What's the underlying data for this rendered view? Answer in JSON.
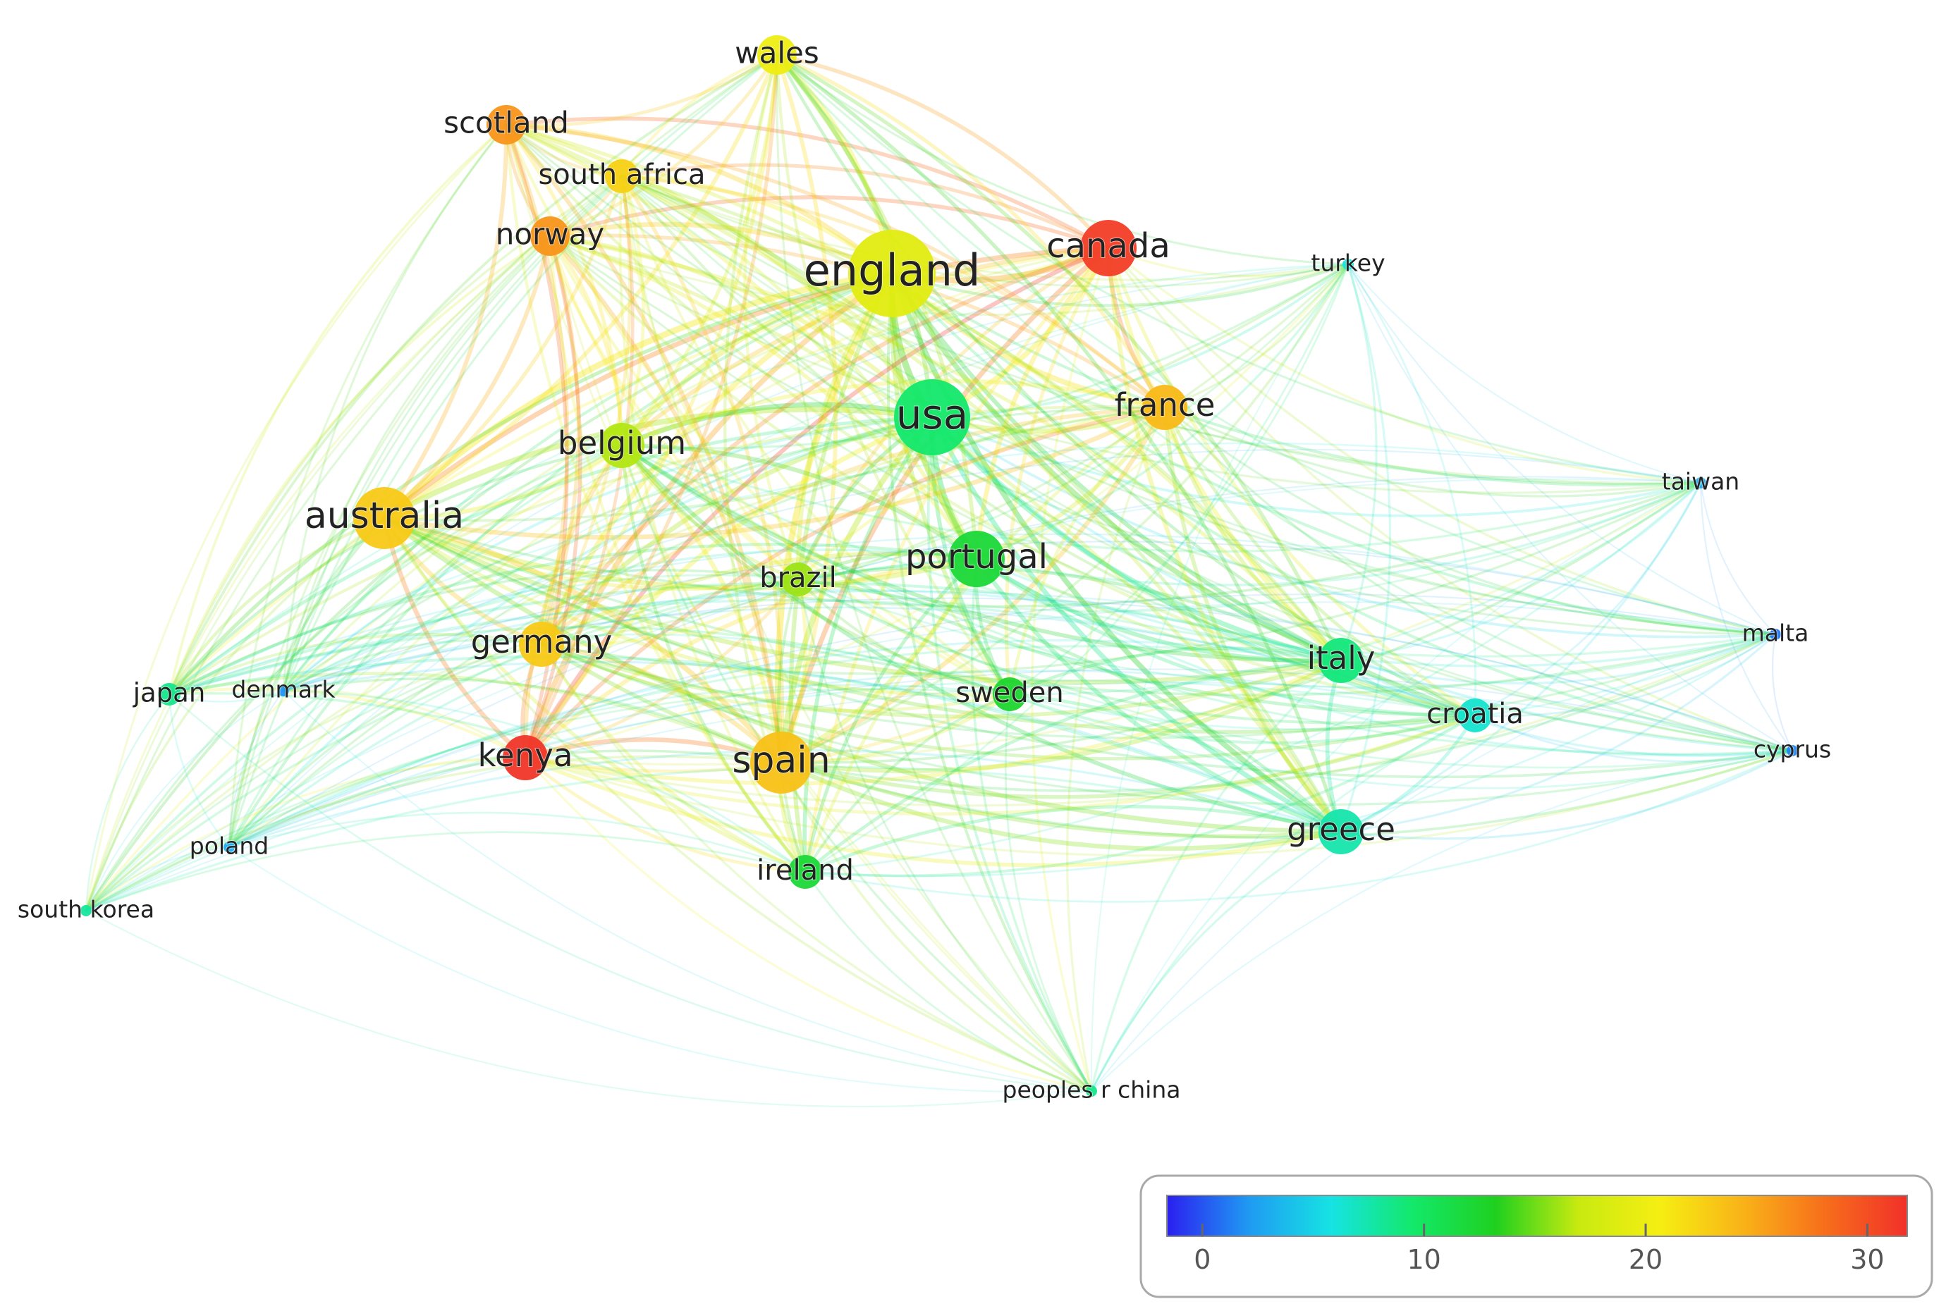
{
  "colors": {
    "scale_stops": [
      "#2b1ff0",
      "#1f9bf2",
      "#16e3e3",
      "#13e86a",
      "#1fd01f",
      "#c8ea10",
      "#f6ee12",
      "#f9b318",
      "#f76e1b",
      "#f1302a"
    ],
    "label_color": "#222222",
    "legend_border": "#a9a9a9"
  },
  "legend": {
    "min": -1.6,
    "max": 31.8,
    "ticks": [
      {
        "value": 0,
        "label": "0"
      },
      {
        "value": 10,
        "label": "10"
      },
      {
        "value": 20,
        "label": "20"
      },
      {
        "value": 30,
        "label": "30"
      }
    ]
  },
  "nodes": [
    {
      "id": "england",
      "label": "england",
      "value": 19,
      "weight": 10
    },
    {
      "id": "usa",
      "label": "usa",
      "value": 9.5,
      "weight": 8
    },
    {
      "id": "canada",
      "label": "canada",
      "value": 31,
      "weight": 6
    },
    {
      "id": "spain",
      "label": "spain",
      "value": 23.5,
      "weight": 7
    },
    {
      "id": "australia",
      "label": "australia",
      "value": 23,
      "weight": 7
    },
    {
      "id": "portugal",
      "label": "portugal",
      "value": 12,
      "weight": 6
    },
    {
      "id": "france",
      "label": "france",
      "value": 24,
      "weight": 5
    },
    {
      "id": "belgium",
      "label": "belgium",
      "value": 16.5,
      "weight": 5
    },
    {
      "id": "germany",
      "label": "germany",
      "value": 23,
      "weight": 5
    },
    {
      "id": "kenya",
      "label": "kenya",
      "value": 31.5,
      "weight": 5
    },
    {
      "id": "italy",
      "label": "italy",
      "value": 9,
      "weight": 5
    },
    {
      "id": "greece",
      "label": "greece",
      "value": 7.5,
      "weight": 5
    },
    {
      "id": "scotland",
      "label": "scotland",
      "value": 26,
      "weight": 4
    },
    {
      "id": "norway",
      "label": "norway",
      "value": 26,
      "weight": 4
    },
    {
      "id": "wales",
      "label": "wales",
      "value": 20,
      "weight": 4
    },
    {
      "id": "south_africa",
      "label": "south africa",
      "value": 22.5,
      "weight": 3
    },
    {
      "id": "brazil",
      "label": "brazil",
      "value": 16,
      "weight": 3
    },
    {
      "id": "sweden",
      "label": "sweden",
      "value": 12.5,
      "weight": 3
    },
    {
      "id": "ireland",
      "label": "ireland",
      "value": 12,
      "weight": 3
    },
    {
      "id": "croatia",
      "label": "croatia",
      "value": 6.5,
      "weight": 3
    },
    {
      "id": "turkey",
      "label": "turkey",
      "value": 6,
      "weight": 1
    },
    {
      "id": "taiwan",
      "label": "taiwan",
      "value": 3,
      "weight": 1
    },
    {
      "id": "malta",
      "label": "malta",
      "value": 1,
      "weight": 1
    },
    {
      "id": "cyprus",
      "label": "cyprus",
      "value": 1.5,
      "weight": 1
    },
    {
      "id": "japan",
      "label": "japan",
      "value": 8.5,
      "weight": 2
    },
    {
      "id": "denmark",
      "label": "denmark",
      "value": 2,
      "weight": 1
    },
    {
      "id": "poland",
      "label": "poland",
      "value": 3,
      "weight": 1
    },
    {
      "id": "south_korea",
      "label": "south korea",
      "value": 8,
      "weight": 1
    },
    {
      "id": "peoples_r_china",
      "label": "peoples r china",
      "value": 8.5,
      "weight": 1
    }
  ]
}
